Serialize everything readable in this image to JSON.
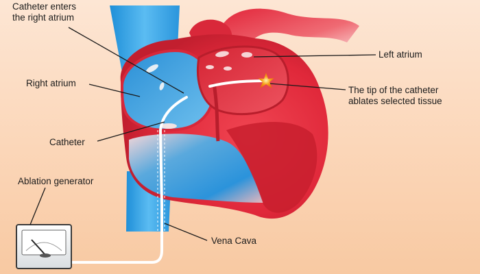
{
  "labels": {
    "catheter_enters_line1": "Catheter enters",
    "catheter_enters_line2": "the right atrium",
    "left_atrium": "Left atrium",
    "right_atrium": "Right atrium",
    "tip_line1": "The tip of the catheter",
    "tip_line2": "ablates selected tissue",
    "catheter": "Catheter",
    "ablation_generator": "Ablation generator",
    "vena_cava": "Vena Cava"
  },
  "colors": {
    "background": "#fbd6b8",
    "vena_cava_blue": "#2f9be0",
    "heart_red": "#e0283a",
    "heart_dark_red": "#b81e2c",
    "catheter_white": "#ffffff",
    "spark": "#f6a21a"
  }
}
